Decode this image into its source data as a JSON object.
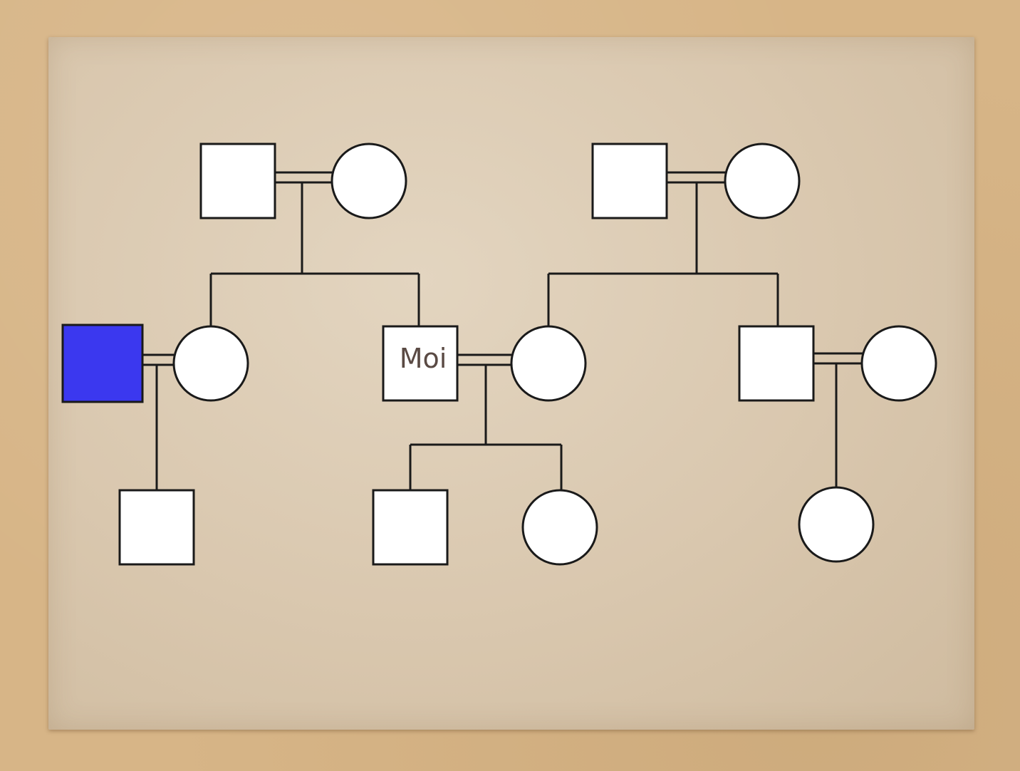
{
  "diagram": {
    "self_label": "Moi",
    "colors": {
      "stroke": "#1a1a1a",
      "unaffected_fill": "#ffffff",
      "highlighted_fill": "#3b38ef"
    },
    "legend_meaning": {
      "square": "male",
      "circle": "female",
      "double-line": "couple"
    }
  }
}
